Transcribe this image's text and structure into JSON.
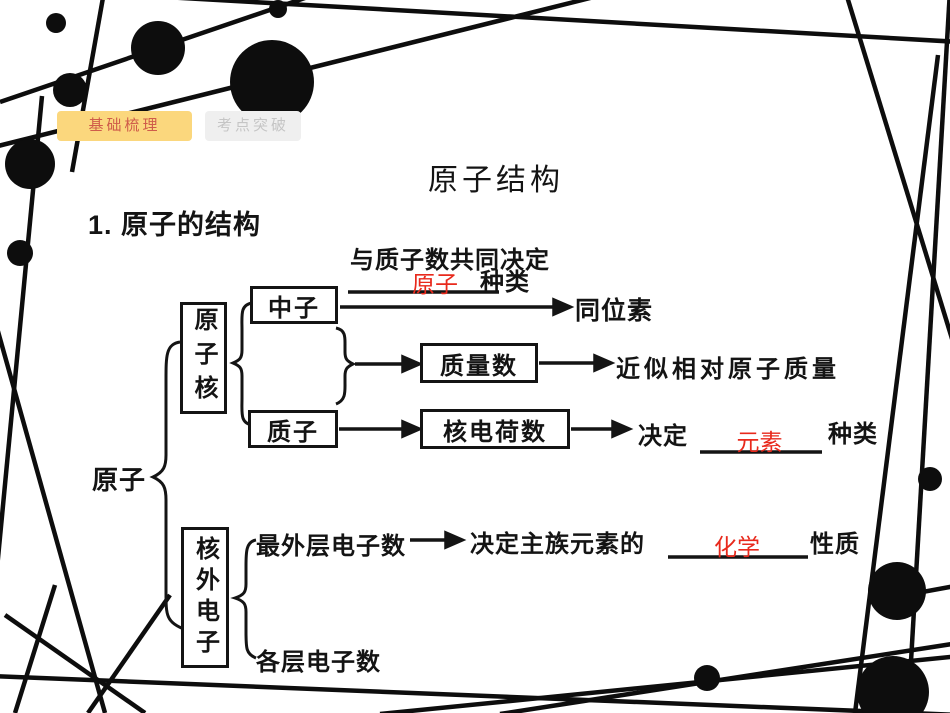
{
  "tabs": {
    "basics_label": "基础梳理",
    "exam_label": "考点突破"
  },
  "slide": {
    "title": "原子结构",
    "section_heading": "1. 原子的结构"
  },
  "diagram": {
    "root_label": "原子",
    "nucleus_label": "原子核",
    "neutron_label": "中子",
    "proton_label": "质子",
    "neutron_note": "与质子数共同决定",
    "neutron_blank_fill": "原子",
    "neutron_note_suffix": "种类",
    "isotope_label": "同位素",
    "mass_number_label": "质量数",
    "mass_number_result": "近似相对原子质量",
    "nuclear_charge_label": "核电荷数",
    "decide_label": "决定",
    "element_blank_fill": "元素",
    "element_suffix": "种类",
    "electrons_label": "核外电子",
    "outermost_label": "最外层电子数",
    "outermost_result_prefix": "决定主族元素的",
    "chemical_blank_fill": "化学",
    "outermost_result_suffix": "性质",
    "layers_label": "各层电子数"
  },
  "colors": {
    "accent_red": "#e8291c",
    "ink": "#141414",
    "tab_active_bg": "#fbd77d",
    "tab_active_text": "#cf5c4a",
    "tab_inactive_bg": "#efefef",
    "tab_inactive_text": "#c5c5c5"
  }
}
